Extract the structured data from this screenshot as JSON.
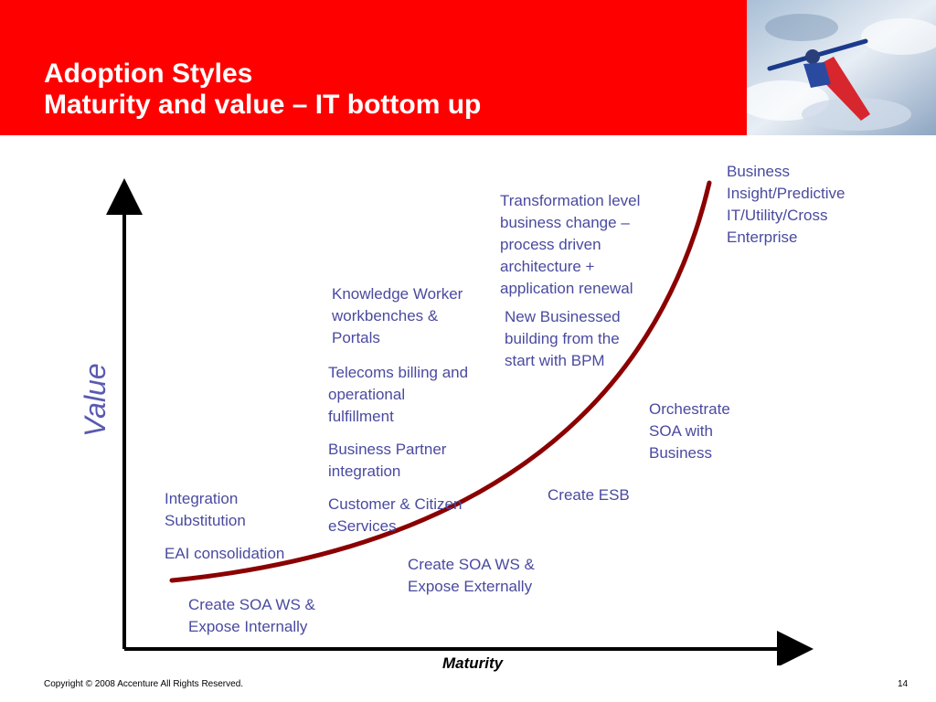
{
  "header": {
    "title_line1": "Adoption Styles",
    "title_line2": "Maturity and value – IT bottom up",
    "background_color": "#ff0000",
    "photo": "kayaker-in-whitewater-image"
  },
  "diagram": {
    "y_axis_label": "Value",
    "x_axis_label": "Maturity",
    "curve_color": "#8b0000",
    "labels": {
      "business_insight": [
        "Business",
        "Insight/Predictive",
        "IT/Utility/Cross",
        "Enterprise"
      ],
      "transformation": [
        "Transformation level",
        "business change –",
        "process driven",
        "architecture +",
        "application renewal"
      ],
      "knowledge_worker": [
        "Knowledge Worker",
        "workbenches &",
        "Portals"
      ],
      "new_businesses": [
        "New Businessed",
        "building from the",
        "start with BPM"
      ],
      "telecoms": [
        "Telecoms billing and",
        "operational",
        "fulfillment"
      ],
      "orchestrate": [
        "Orchestrate",
        "SOA with",
        "Business"
      ],
      "business_partner": [
        "Business Partner",
        "integration"
      ],
      "integration_substitution": [
        "Integration",
        "Substitution"
      ],
      "customer_citizen": [
        "Customer & Citizen",
        "eServices"
      ],
      "create_esb": [
        "Create ESB"
      ],
      "eai": [
        "EAI consolidation"
      ],
      "soa_external": [
        "Create SOA WS &",
        "Expose Externally"
      ],
      "soa_internal": [
        "Create SOA WS &",
        "Expose Internally"
      ]
    }
  },
  "footer": {
    "copyright": "Copyright © 2008 Accenture All Rights Reserved.",
    "page_number": "14"
  }
}
